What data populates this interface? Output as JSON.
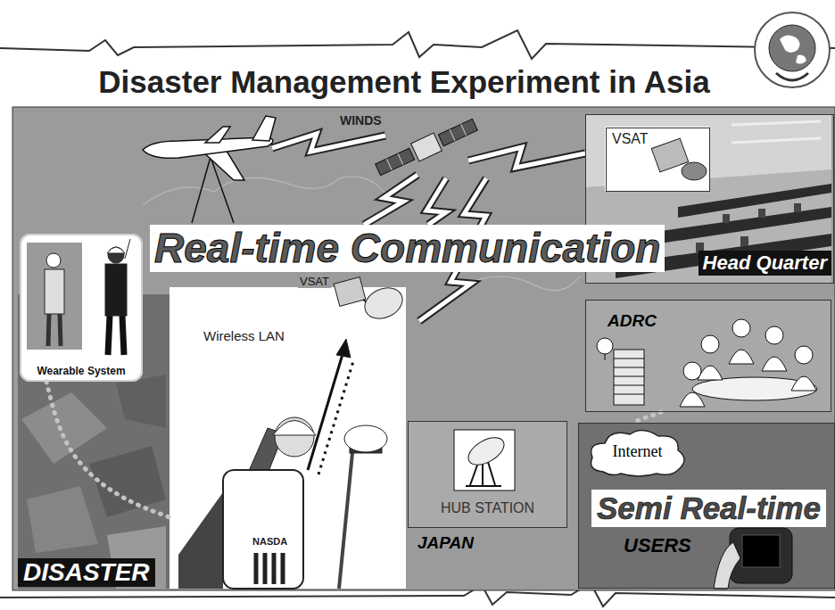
{
  "diagram": {
    "title": "Disaster Management Experiment in Asia",
    "nodes": [
      {
        "text": [
          "Head Quarter"
        ]
      },
      {
        "text": [
          "VSAT"
        ],
        "in": 0
      },
      {
        "text": [
          "Real-time Communication"
        ]
      },
      {
        "text": [
          "Wearable System"
        ]
      },
      {
        "text": [
          "Wireless LAN"
        ]
      },
      {
        "text": [
          "ADRC"
        ]
      },
      {
        "text": [
          "HUB STATION"
        ]
      },
      {
        "text": [
          "USERS"
        ]
      },
      {
        "text": [
          "Internet"
        ],
        "in": 7
      },
      {
        "text": [
          "Semi Real-time"
        ],
        "in": 7
      },
      {
        "text": [
          "DISASTER"
        ]
      }
    ],
    "edges": [
      {
        "from": 5,
        "to": 7,
        "arrow": "none"
      },
      {
        "from": 3,
        "to": 4,
        "arrow": "none"
      }
    ],
    "labels": [
      "WINDS",
      "VSAT",
      "NASDA",
      "JAPAN"
    ]
  }
}
